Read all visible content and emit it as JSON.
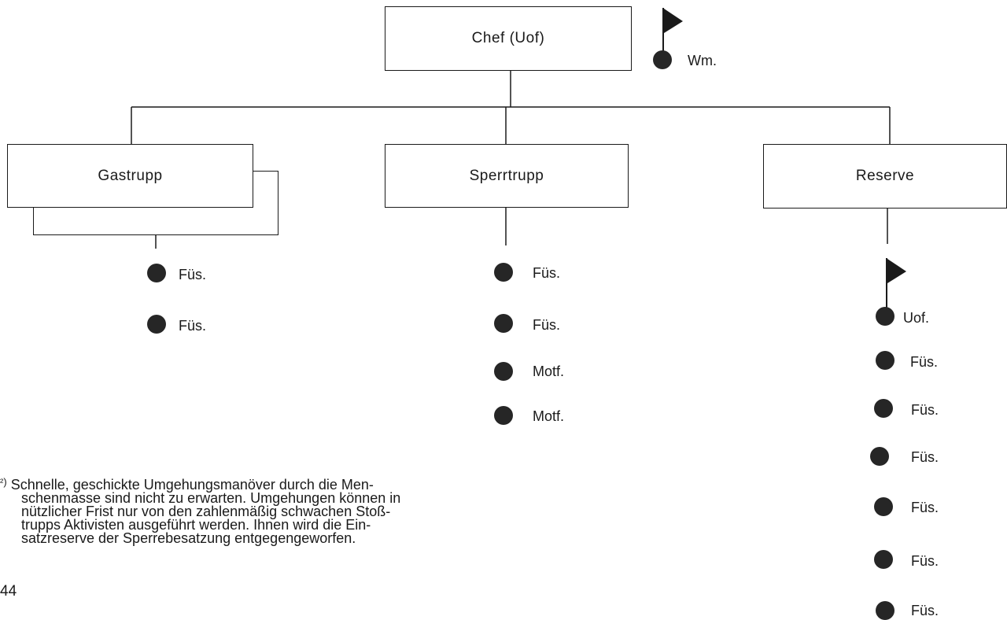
{
  "diagram": {
    "head": {
      "label": "Chef (Uof)",
      "leader": "Wm."
    },
    "units": {
      "gastrupp": {
        "label": "Gastrupp",
        "members": [
          "Füs.",
          "Füs."
        ]
      },
      "sperrtrupp": {
        "label": "Sperrtrupp",
        "members": [
          "Füs.",
          "Füs.",
          "Motf.",
          "Motf."
        ]
      },
      "reserve": {
        "label": "Reserve",
        "leader": "Uof.",
        "members": [
          "Füs.",
          "Füs.",
          "Füs.",
          "Füs.",
          "Füs.",
          "Füs."
        ]
      }
    }
  },
  "footnote": {
    "marker": "²)",
    "lines": [
      "Schnelle, geschickte Umgehungsmanöver durch die Men-",
      "schenmasse sind nicht zu erwarten. Umgehungen können in",
      "nützlicher Frist nur von den zahlenmäßig schwachen Stoß-",
      "trupps Aktivisten ausgeführt werden. Ihnen wird die Ein-",
      "satzreserve der Sperrebesatzung entgegengeworfen."
    ]
  },
  "page_number": "44"
}
